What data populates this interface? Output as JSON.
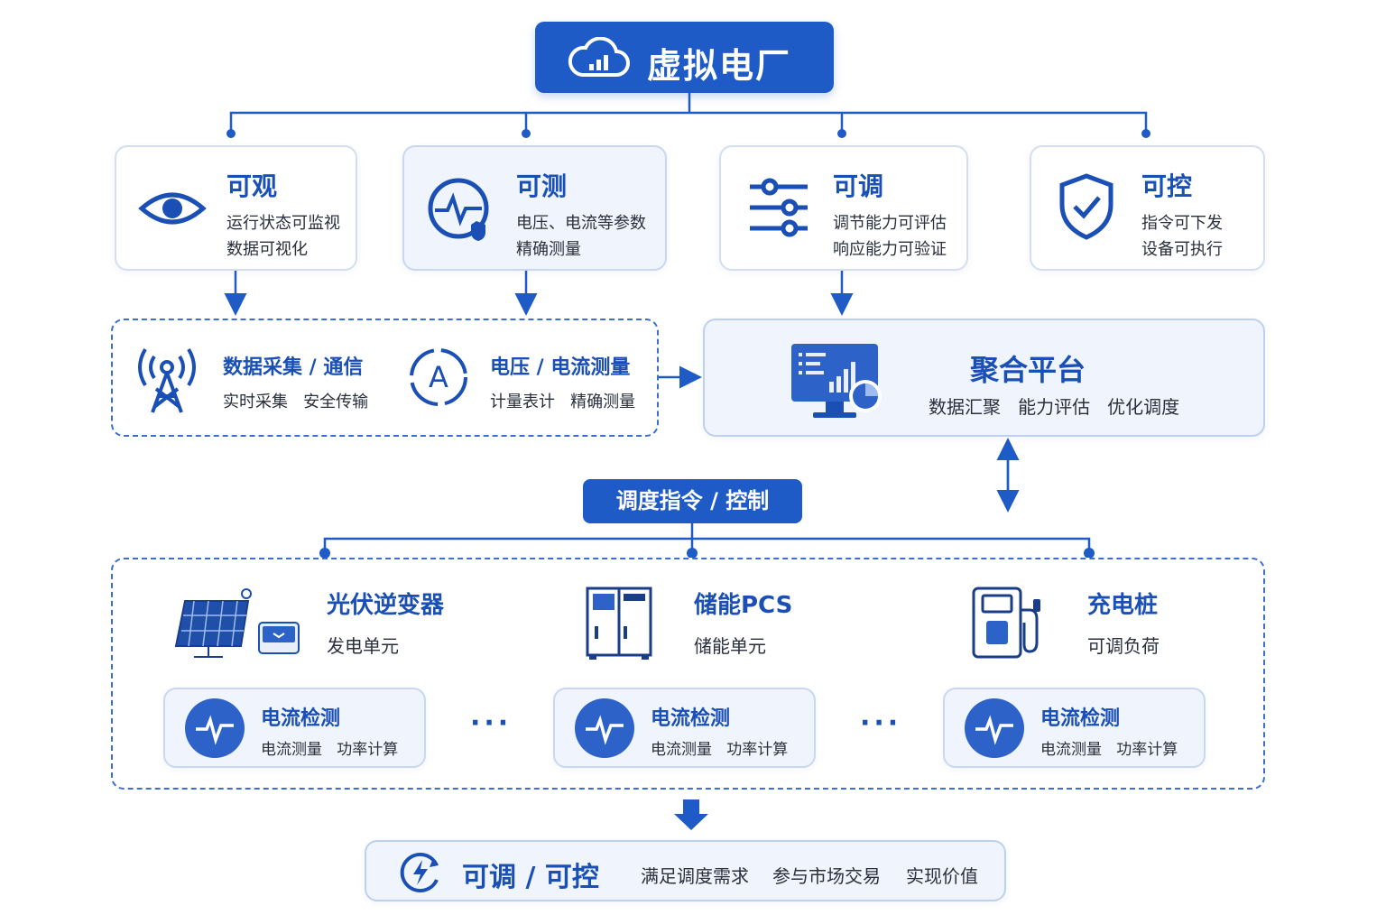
{
  "header": {
    "title": "虚拟电厂"
  },
  "pillars": [
    {
      "title": "可观",
      "line1": "运行状态可监视",
      "line2": "数据可视化"
    },
    {
      "title": "可测",
      "line1": "电压、电流等参数",
      "line2": "精确测量"
    },
    {
      "title": "可调",
      "line1": "调节能力可评估",
      "line2": "响应能力可验证"
    },
    {
      "title": "可控",
      "line1": "指令可下发",
      "line2": "设备可执行"
    }
  ],
  "collection": [
    {
      "title": "数据采集 / 通信",
      "desc": "实时采集   安全传输"
    },
    {
      "title": "电压 / 电流测量",
      "desc": "计量表计   精确测量"
    }
  ],
  "platform": {
    "title": "聚合平台",
    "desc": "数据汇聚   能力评估   优化调度"
  },
  "dispatch": {
    "label": "调度指令 / 控制"
  },
  "devices": [
    {
      "title": "光伏逆变器",
      "desc": "发电单元"
    },
    {
      "title": "储能PCS",
      "desc": "储能单元"
    },
    {
      "title": "充电桩",
      "desc": "可调负荷"
    }
  ],
  "detectors": [
    {
      "title": "电流检测",
      "desc": "电流测量   功率计算"
    },
    {
      "title": "电流检测",
      "desc": "电流测量   功率计算"
    },
    {
      "title": "电流检测",
      "desc": "电流测量   功率计算"
    }
  ],
  "ellipsis": "···",
  "result": {
    "title": "可调 / 可控",
    "items": [
      "满足调度需求",
      "参与市场交易",
      "实现价值"
    ]
  },
  "colors": {
    "primary": "#1f5bc6",
    "accent": "#1a4fb5",
    "border": "#d5def0",
    "tint": "#f0f5fd"
  }
}
